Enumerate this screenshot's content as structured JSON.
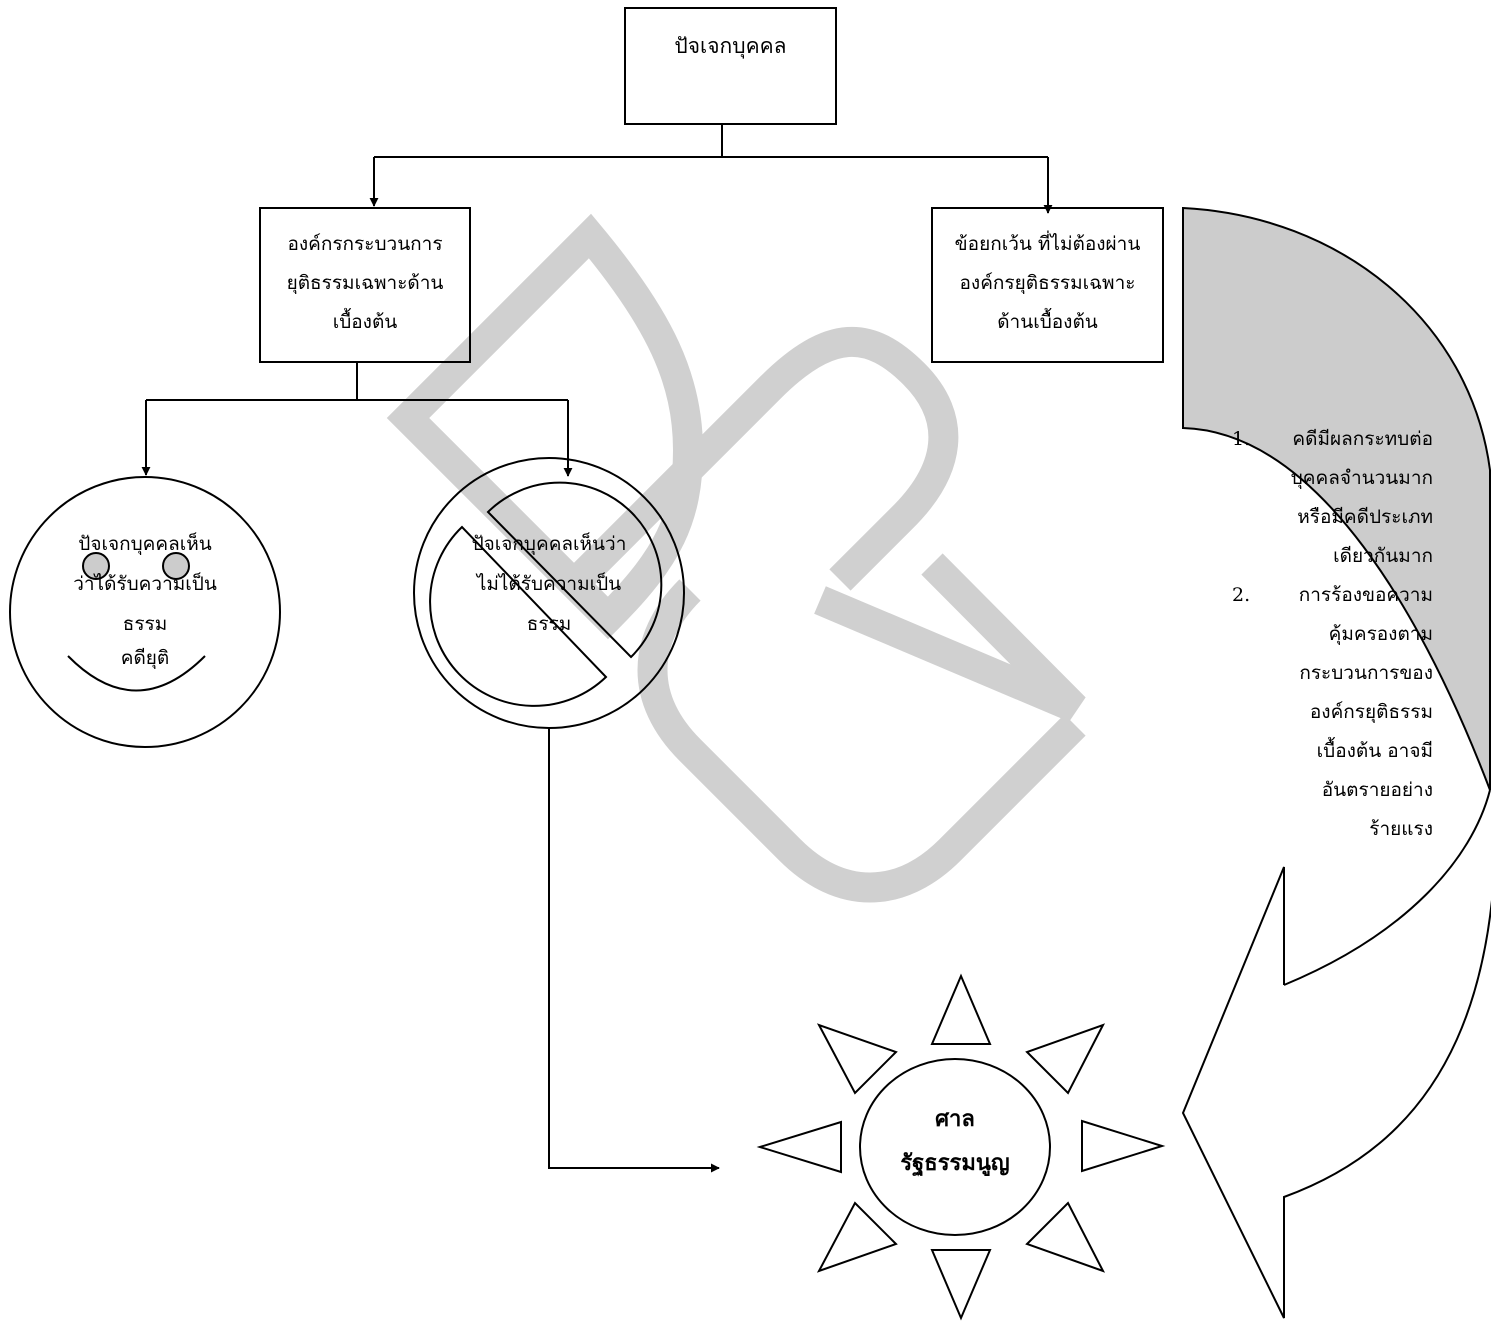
{
  "nodes": {
    "individual": "ปัจเจกบุคคล",
    "primary_justice_org": [
      "องค์กรกระบวนการ",
      "ยุติธรรมเฉพาะด้าน",
      "เบื้องต้น"
    ],
    "exception": [
      "ข้อยกเว้น ที่ไม่ต้องผ่าน",
      "องค์กรยุติธรรมเฉพาะ",
      "ด้านเบื้องต้น"
    ],
    "satisfied": [
      "ปัจเจกบุคคลเห็น",
      "ว่าได้รับความเป็น",
      "ธรรม",
      "คดียุติ"
    ],
    "unsatisfied": [
      "ปัจเจกบุคคลเห็นว่า",
      "ไม่ได้รับความเป็น",
      "ธรรม"
    ],
    "constitutional_court": [
      "ศาล",
      "รัฐธรรมนูญ"
    ]
  },
  "exception_conditions": [
    {
      "number": "1.",
      "lines": [
        "คดีมีผลกระทบต่อ",
        "บุคคลจำนวนมาก",
        "หรือมีคดีประเภท",
        "เดียวกันมาก"
      ]
    },
    {
      "number": "2.",
      "lines": [
        "การร้องขอความ",
        "คุ้มครองตาม",
        "กระบวนการของ",
        "องค์กรยุติธรรม",
        "เบื้องต้น อาจมี",
        "อันตรายอย่าง",
        "ร้ายแรง"
      ]
    }
  ],
  "watermark": "DPU",
  "colors": {
    "line": "#000000",
    "fill_gray": "#cccccc",
    "watermark": "#d0d0d0"
  }
}
